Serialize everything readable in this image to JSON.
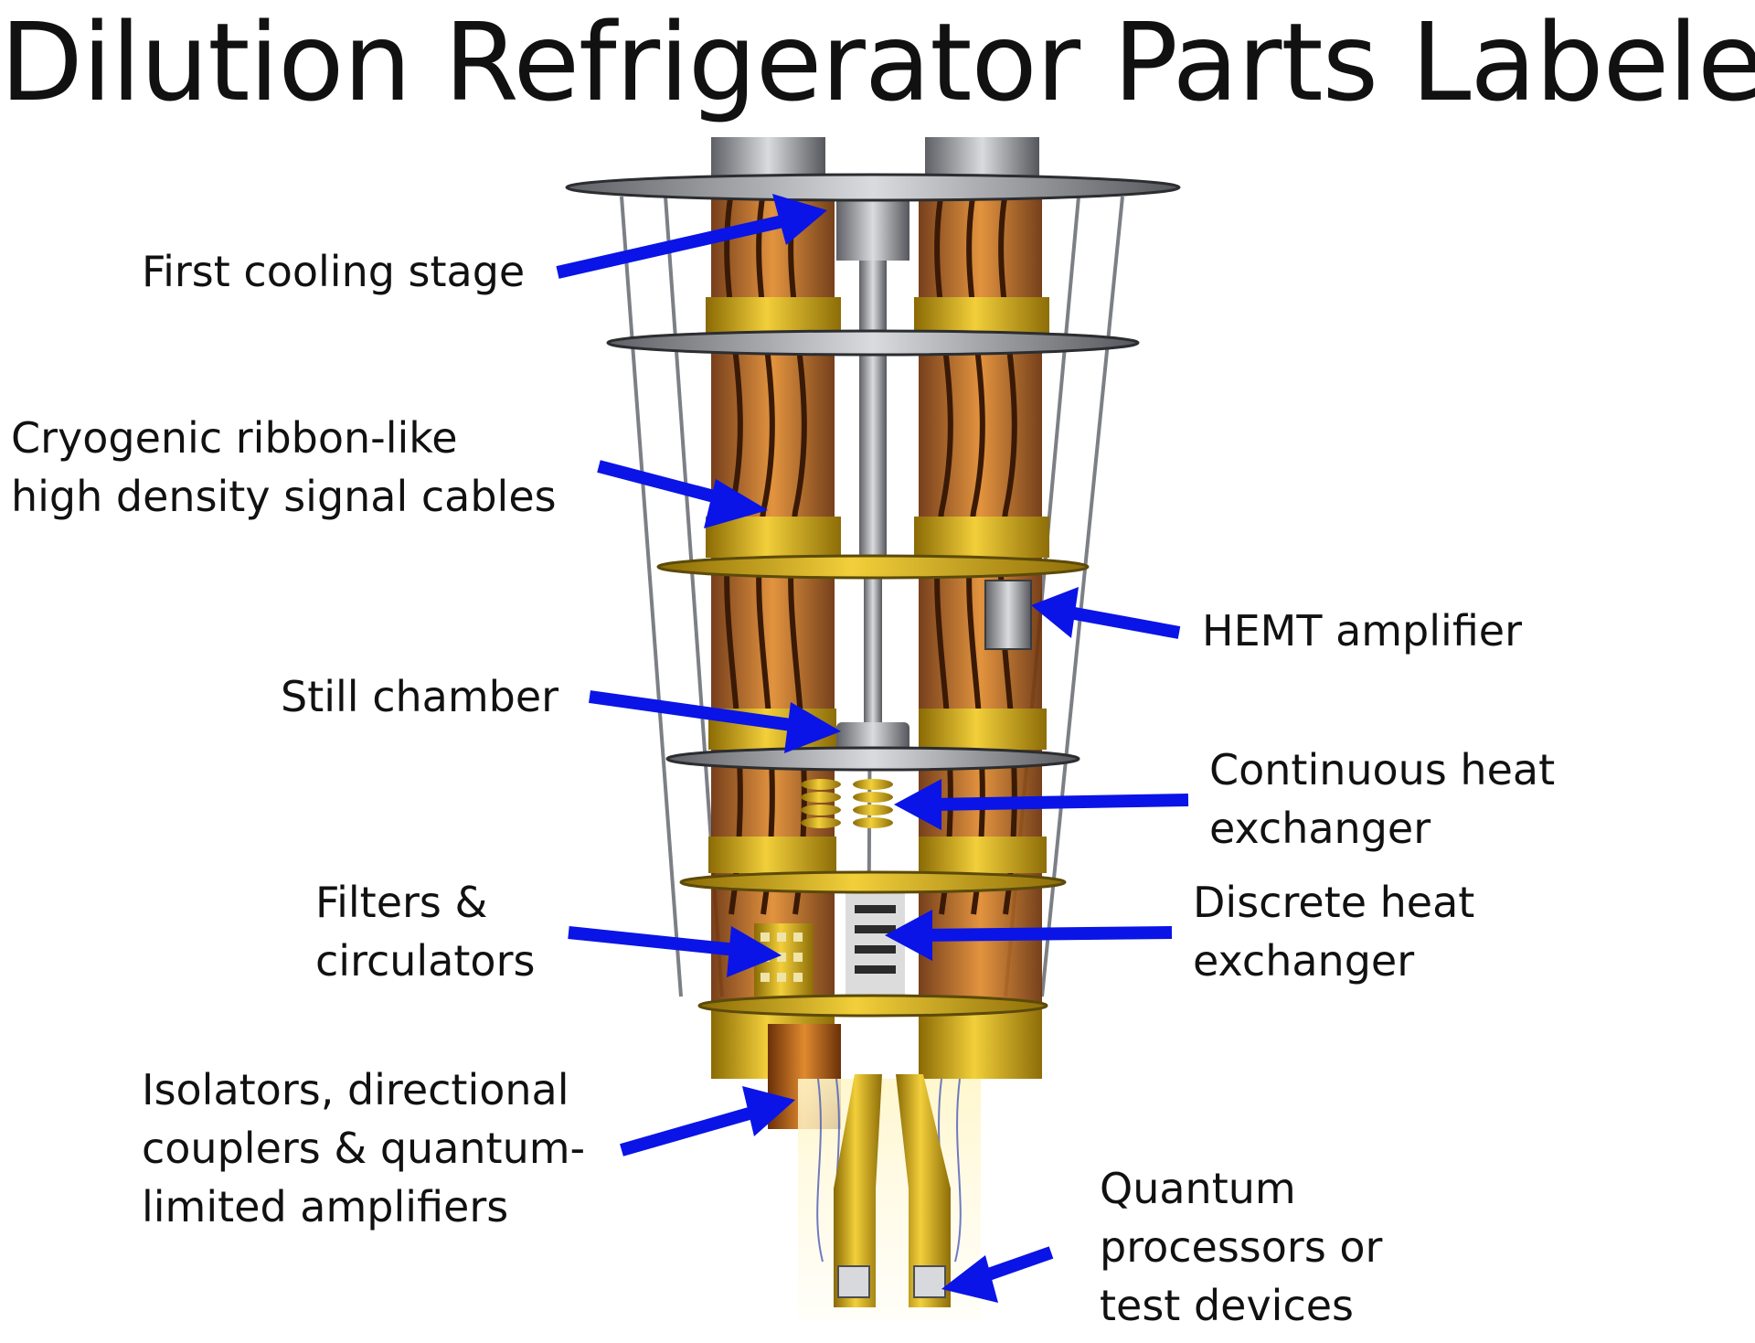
{
  "title": "Dilution Refrigerator Parts Labeled",
  "colors": {
    "arrow": "#0a14e6",
    "gold": "#d8b21a",
    "copper": "#b5651d",
    "silver": "#9a9da3"
  },
  "labels": {
    "first_cooling_stage": [
      "First cooling stage"
    ],
    "ribbon_cables": [
      "Cryogenic ribbon-like",
      "high density signal cables"
    ],
    "hemt_amplifier": [
      "HEMT amplifier"
    ],
    "still_chamber": [
      "Still chamber"
    ],
    "continuous_heat_exchanger": [
      "Continuous heat",
      "exchanger"
    ],
    "filters_circulators": [
      "Filters &",
      "circulators"
    ],
    "discrete_heat_exchanger": [
      "Discrete heat",
      "exchanger"
    ],
    "isolators": [
      "Isolators, directional",
      "couplers & quantum-",
      "limited amplifiers"
    ],
    "quantum_processors": [
      "Quantum",
      "processors or",
      "test devices"
    ]
  }
}
